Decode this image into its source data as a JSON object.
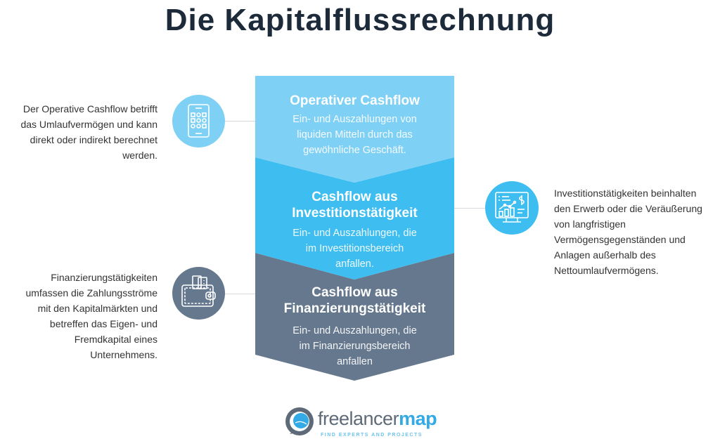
{
  "title": "Die Kapitalflussrechnung",
  "colors": {
    "operative": "#7ed0f5",
    "investment": "#3dbdf0",
    "financing": "#66788e",
    "title": "#1c2a3a",
    "connector": "#d6d9dd"
  },
  "blocks": [
    {
      "title": "Operativer Cashflow",
      "description_lines": [
        "Ein- und Auszahlungen von",
        "liquiden Mitteln durch das",
        "gewöhnliche Geschäft."
      ]
    },
    {
      "title_lines": [
        "Cashflow aus",
        "Investitionstätigkeit"
      ],
      "description_lines": [
        "Ein- und Auszahlungen, die",
        "im Investitionsbereich",
        "anfallen."
      ]
    },
    {
      "title_lines": [
        "Cashflow aus",
        "Finanzierungstätigkeit"
      ],
      "description_lines": [
        "Ein- und Auszahlungen, die",
        "im Finanzierungsbereich",
        "anfallen"
      ]
    }
  ],
  "annotations": {
    "operative": {
      "icon": "tablet-icon",
      "lines": [
        "Der Operative Cashflow betrifft",
        "das Umlaufvermögen und kann",
        "direkt oder indirekt berechnet",
        "werden."
      ]
    },
    "investment": {
      "icon": "monitor-chart-dollar-icon",
      "lines": [
        "Investitionstätigkeiten beinhalten",
        "den Erwerb oder die Veräußerung",
        "von langfristigen",
        "Vermögensgegenständen und",
        "Anlagen außerhalb des",
        "Nettoumlaufvermögens."
      ]
    },
    "financing": {
      "icon": "wallet-icon",
      "lines": [
        "Finanzierungstätigkeiten",
        "umfassen die Zahlungsströme",
        "mit den Kapitalmärkten und",
        "betreffen das Eigen- und",
        "Fremdkapital eines",
        "Unternehmens."
      ]
    }
  },
  "logo": {
    "word_part1": "freelancer",
    "word_part2": "map",
    "tagline": "FIND EXPERTS AND PROJECTS"
  }
}
